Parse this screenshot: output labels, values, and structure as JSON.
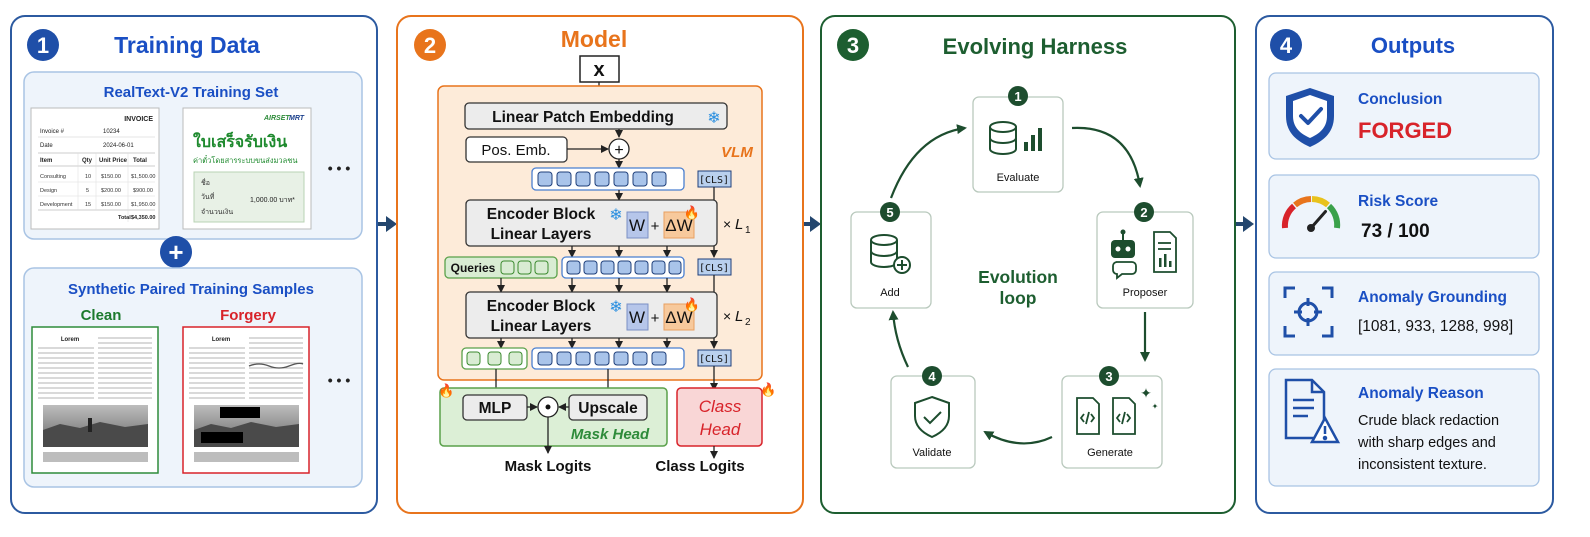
{
  "panel1": {
    "number": "1",
    "title": "Training Data",
    "realtext_title": "RealText-V2 Training Set",
    "invoice": {
      "heading": "INVOICE",
      "fields": [
        [
          "Invoice #",
          "10234"
        ],
        [
          "Date",
          "2024-06-01"
        ]
      ],
      "columns": [
        "Item",
        "Qty",
        "Unit Price",
        "Total"
      ],
      "rows": [
        [
          "Consulting",
          "10",
          "$150.00",
          "$1,500.00"
        ],
        [
          "Design",
          "5",
          "$200.00",
          "$900.00"
        ],
        [
          "Development",
          "15",
          "$150.00",
          "$1,950.00"
        ]
      ],
      "total_label": "Total",
      "total_value": "$4,350.00"
    },
    "receipt": {
      "brand1": "AIRSET",
      "brand2": "MRT",
      "title": "ใบเสร็จรับเงิน",
      "subtitle": "ค่าตั๋วโดยสารระบบขนส่งมวลชน",
      "lines": [
        "ชื่อ",
        "วันที่",
        "จำนวนเงิน"
      ],
      "amount": "1,000.00 บาท*"
    },
    "ellipsis": "• • •",
    "plus": "+",
    "synthetic_title": "Synthetic Paired Training Samples",
    "clean_label": "Clean",
    "forgery_label": "Forgery",
    "doc_heading": "Lorem"
  },
  "panel2": {
    "number": "2",
    "title": "Model",
    "input": "x",
    "patch_embed": "Linear Patch Embedding",
    "pos_emb": "Pos. Emb.",
    "add_symbol": "+",
    "vlm_label": "VLM",
    "cls": "[CLS]",
    "encoder1": [
      "Encoder Block",
      "Linear Layers"
    ],
    "encoder2": [
      "Encoder Block",
      "Linear Layers"
    ],
    "w": "W",
    "plus": "+",
    "dw": "ΔW",
    "times": "×",
    "l1": "L",
    "l1_sub": "1",
    "l2": "L",
    "l2_sub": "2",
    "queries": "Queries",
    "mlp": "MLP",
    "dot": "⊙",
    "upscale": "Upscale",
    "mask_head": "Mask Head",
    "class_head": [
      "Class",
      "Head"
    ],
    "mask_logits": "Mask Logits",
    "class_logits": "Class Logits"
  },
  "panel3": {
    "number": "3",
    "title": "Evolving Harness",
    "center": [
      "Evolution",
      "loop"
    ],
    "steps": [
      {
        "n": "1",
        "label": "Evaluate"
      },
      {
        "n": "2",
        "label": "Proposer"
      },
      {
        "n": "3",
        "label": "Generate"
      },
      {
        "n": "4",
        "label": "Validate"
      },
      {
        "n": "5",
        "label": "Add"
      }
    ]
  },
  "panel4": {
    "number": "4",
    "title": "Outputs",
    "conclusion_label": "Conclusion",
    "conclusion_value": "FORGED",
    "risk_label": "Risk Score",
    "risk_value": "73 / 100",
    "risk_level": 0.73,
    "grounding_label": "Anomaly Grounding",
    "grounding_value": "[1081, 933, 1288, 998]",
    "reason_label": "Anomaly Reason",
    "reason_lines": [
      "Crude black redaction",
      "with sharp edges and",
      "inconsistent texture."
    ]
  },
  "colors": {
    "blue": "#1f4fa8",
    "title_blue": "#1a4fc4",
    "orange": "#e8741c",
    "green": "#1d5e30",
    "red": "#d8232a",
    "navy": "#23466e"
  },
  "icons": [
    "snowflake-icon",
    "fire-icon",
    "shield-check-icon",
    "gauge-icon",
    "crosshair-icon",
    "document-warning-icon",
    "database-icon",
    "robot-icon",
    "code-icon",
    "shield-icon"
  ]
}
